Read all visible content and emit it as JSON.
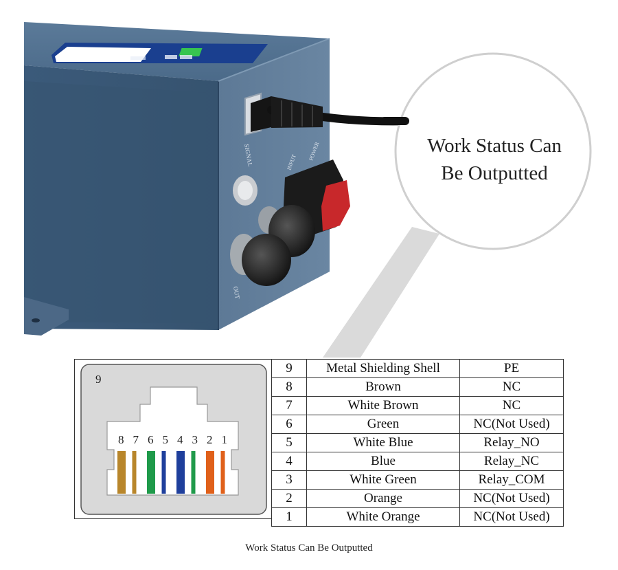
{
  "device": {
    "port_labels": {
      "signal": "SIGNAL",
      "input": "INPUT",
      "power": "POWER",
      "out": "OUT"
    }
  },
  "callout": {
    "line1": "Work Status Can",
    "line2": "Be Outputted"
  },
  "connector": {
    "corner_label": "9",
    "pin_numbers": [
      "8",
      "7",
      "6",
      "5",
      "4",
      "3",
      "2",
      "1"
    ],
    "wire_colors": [
      {
        "main": "#b8862b",
        "stripe": false
      },
      {
        "main": "#b8862b",
        "stripe": true
      },
      {
        "main": "#1f9a4a",
        "stripe": false
      },
      {
        "main": "#1f3f9c",
        "stripe": true
      },
      {
        "main": "#1f3f9c",
        "stripe": false
      },
      {
        "main": "#1f9a4a",
        "stripe": true
      },
      {
        "main": "#e0601a",
        "stripe": false
      },
      {
        "main": "#e0601a",
        "stripe": true
      }
    ]
  },
  "pinout_table": {
    "rows": [
      {
        "pin": "9",
        "color": "Metal Shielding Shell",
        "function": "PE"
      },
      {
        "pin": "8",
        "color": "Brown",
        "function": "NC"
      },
      {
        "pin": "7",
        "color": "White Brown",
        "function": "NC"
      },
      {
        "pin": "6",
        "color": "Green",
        "function": "NC(Not Used)"
      },
      {
        "pin": "5",
        "color": "White Blue",
        "function": "Relay_NO"
      },
      {
        "pin": "4",
        "color": "Blue",
        "function": "Relay_NC"
      },
      {
        "pin": "3",
        "color": "White Green",
        "function": "Relay_COM"
      },
      {
        "pin": "2",
        "color": "Orange",
        "function": "NC(Not Used)"
      },
      {
        "pin": "1",
        "color": "White Orange",
        "function": "NC(Not Used)"
      }
    ]
  },
  "caption": "Work Status Can Be Outputted"
}
